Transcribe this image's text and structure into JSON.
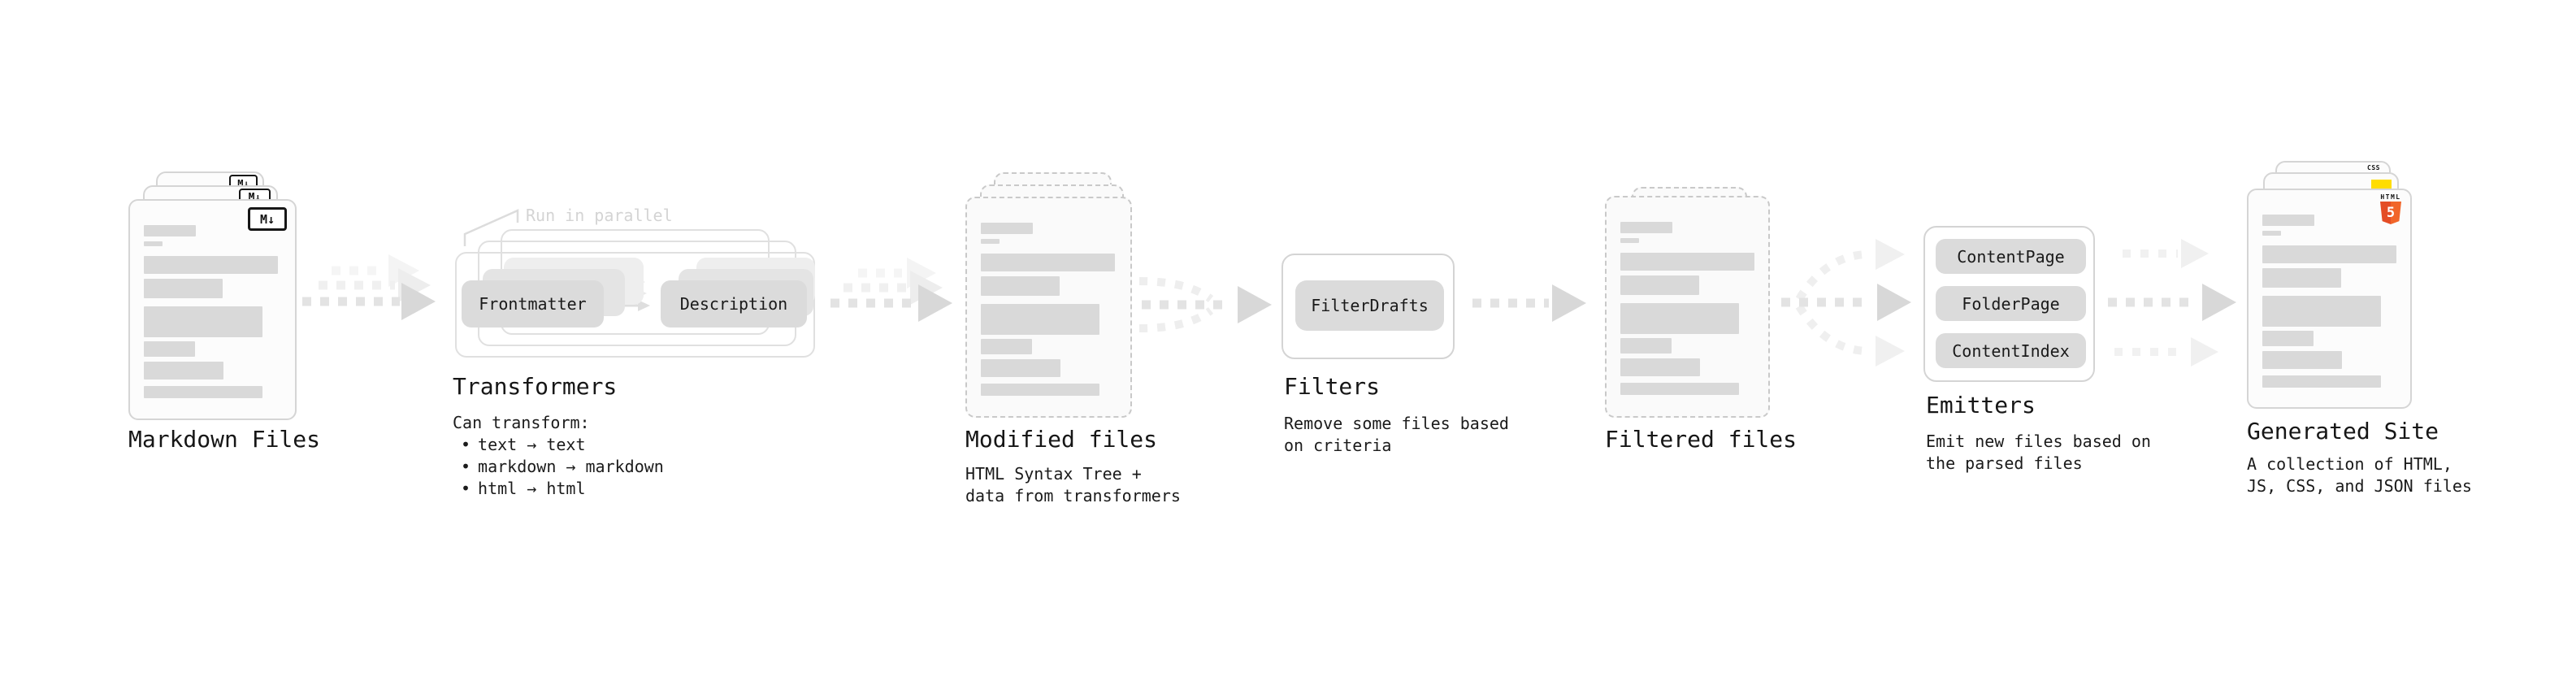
{
  "colors": {
    "background": "#ffffff",
    "placeholder_bar_gray": "#d9d9d9",
    "card_border_gray": "#d5d5d5",
    "dashed_border_gray": "#c9c9c9",
    "button_gray": "#dbdbdb",
    "arrow_gray": "#d8d8d8",
    "text_dark": "#161616",
    "note_light_gray": "#d4d4d4",
    "html5_orange": "#e44d26",
    "html5_orange_light": "#f16529",
    "js_yellow": "#ffdd00",
    "css_blue": "#2c63f0"
  },
  "stages": {
    "markdown_files": {
      "label": "Markdown Files",
      "icon": "M↓"
    },
    "transformers": {
      "label": "Transformers",
      "note": "Run in parallel",
      "transformer_boxes": [
        "Frontmatter",
        "Description"
      ],
      "desc_title": "Can transform:",
      "bullet_char": "•",
      "bullets": [
        "text → text",
        "markdown → markdown",
        "html → html"
      ]
    },
    "modified_files": {
      "label": "Modified files",
      "desc_line1": "HTML Syntax Tree +",
      "desc_line2": "data from transformers"
    },
    "filters": {
      "label": "Filters",
      "filter_boxes": [
        "FilterDrafts"
      ],
      "desc_line1": "Remove some files based",
      "desc_line2": "on criteria"
    },
    "filtered_files": {
      "label": "Filtered files"
    },
    "emitters": {
      "label": "Emitters",
      "emitter_boxes": [
        "ContentPage",
        "FolderPage",
        "ContentIndex"
      ],
      "desc_line1": "Emit new files based on",
      "desc_line2": "the parsed files"
    },
    "generated_site": {
      "label": "Generated Site",
      "desc_line1": "A collection of HTML,",
      "desc_line2": "JS, CSS, and JSON files",
      "html_icon_label": "HTML",
      "html_icon_number": "5",
      "css_icon_label": "CSS"
    }
  }
}
